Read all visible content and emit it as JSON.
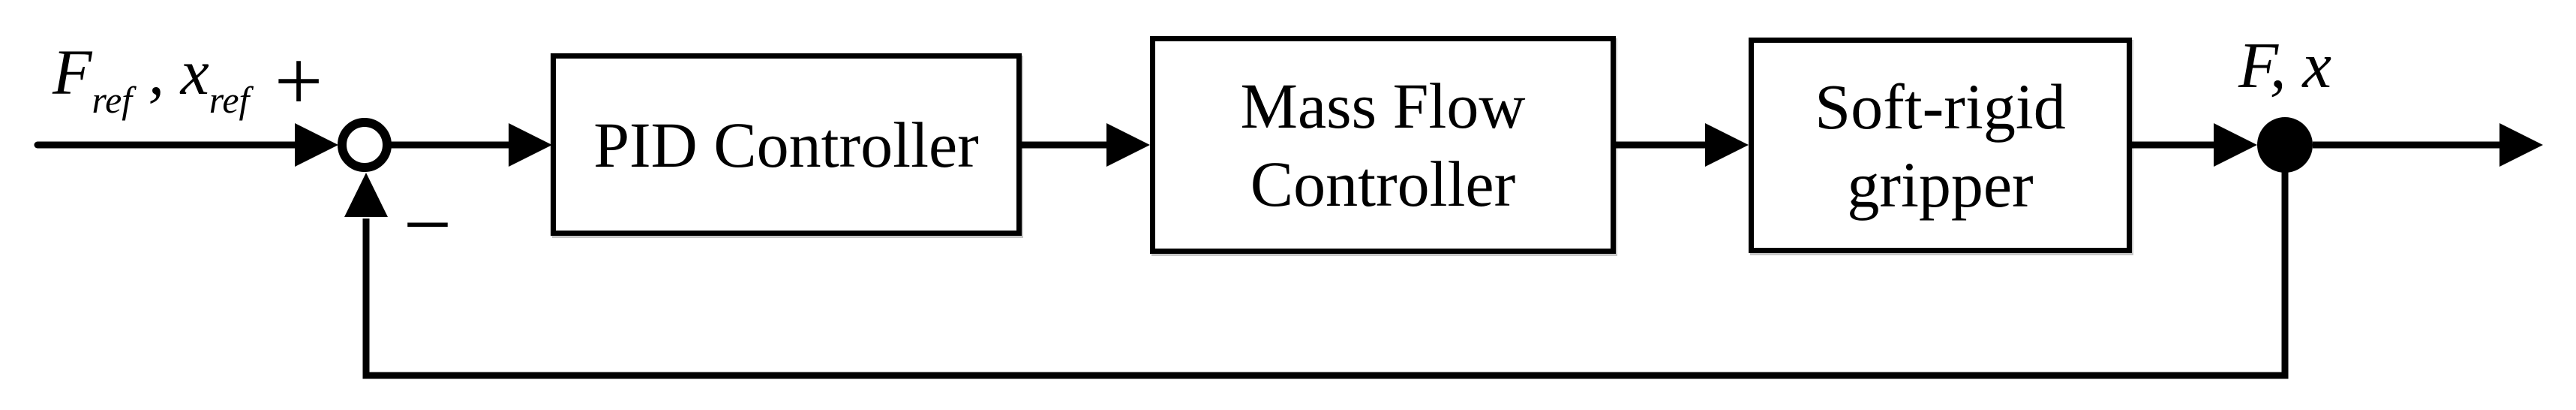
{
  "figure": {
    "type": "feedback-control-block-diagram",
    "colors": {
      "ink": "#000000",
      "background": "#ffffff"
    },
    "input_label": {
      "var1": "F",
      "var1_sub": "ref",
      "sep": " , ",
      "var2": "x",
      "var2_sub": "ref"
    },
    "summing_junction": {
      "plus": "+",
      "minus": "−"
    },
    "blocks": [
      {
        "label_lines": [
          "PID Controller"
        ]
      },
      {
        "label_lines": [
          "Mass Flow",
          "Controller"
        ]
      },
      {
        "label_lines": [
          "Soft-rigid",
          "gripper"
        ]
      }
    ],
    "output_label": {
      "var1": "F",
      "sep": ", ",
      "var2": "x"
    }
  }
}
